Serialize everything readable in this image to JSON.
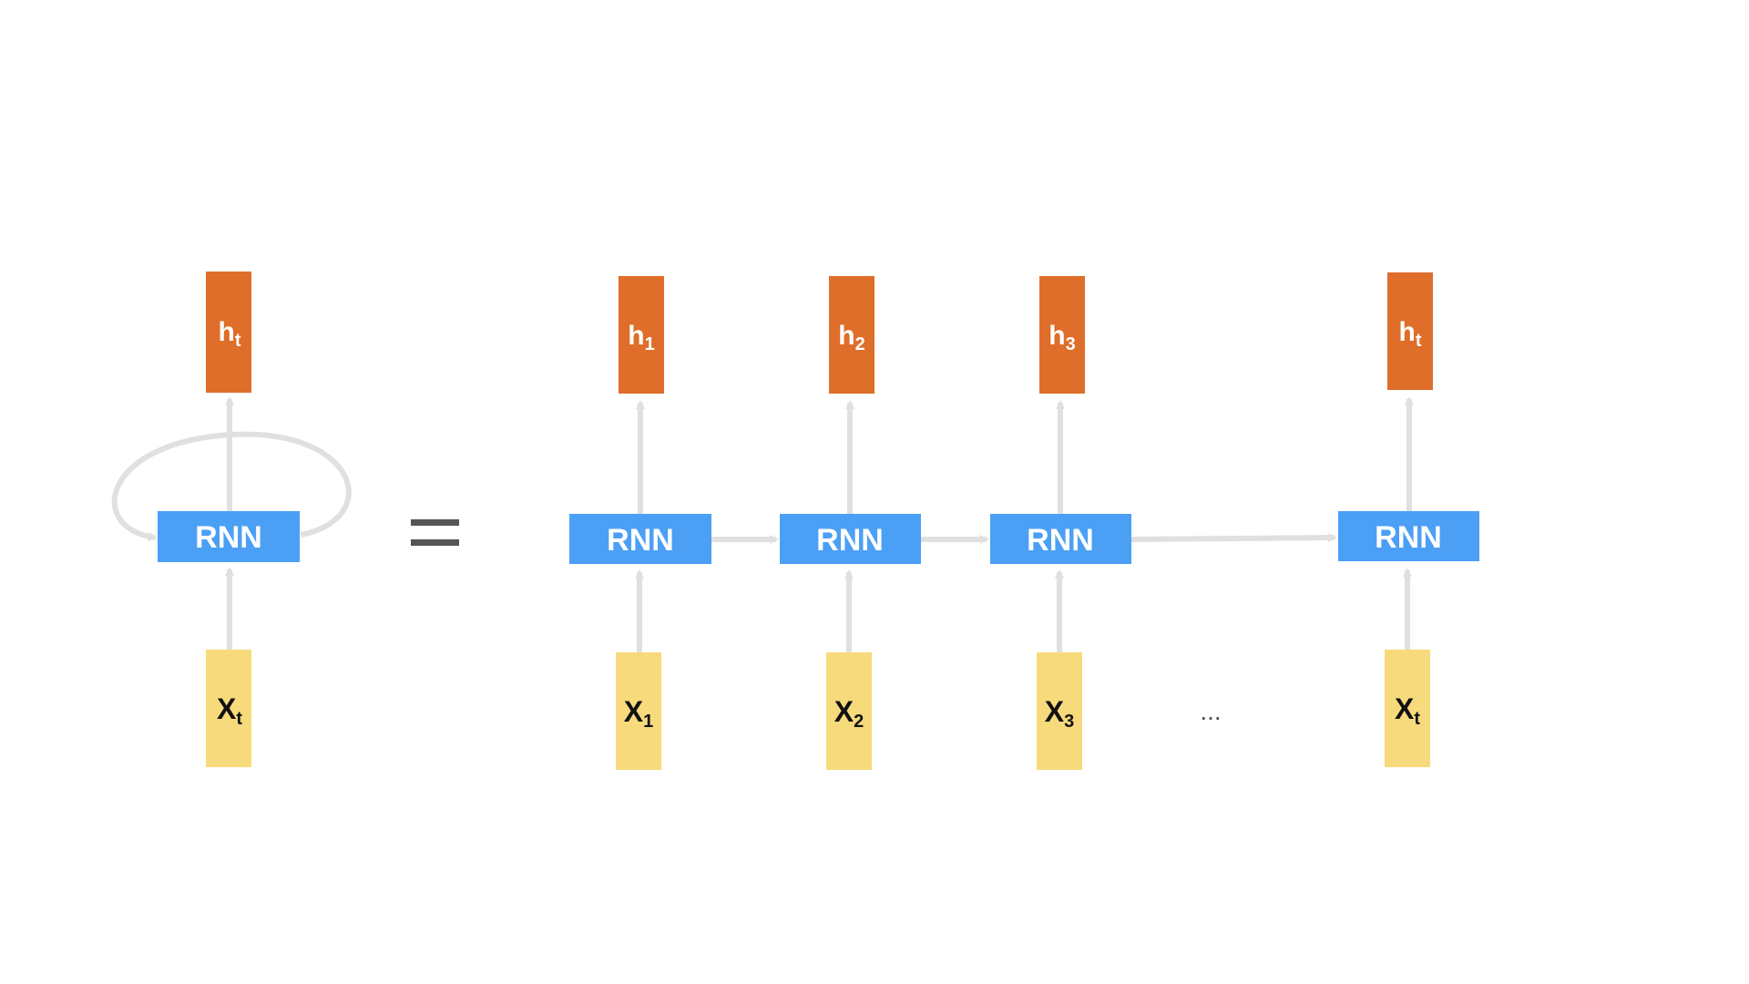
{
  "colors": {
    "output": "#DE6E2A",
    "rnn": "#4BA0F5",
    "input": "#F7DA7B",
    "arrow": "#E0E0E0",
    "equals": "#555555"
  },
  "folded": {
    "output": {
      "main": "h",
      "sub": "t"
    },
    "cell": "RNN",
    "input": {
      "main": "X",
      "sub": "t"
    }
  },
  "equals": "=",
  "unrolled": [
    {
      "output": {
        "main": "h",
        "sub": "1"
      },
      "cell": "RNN",
      "input": {
        "main": "X",
        "sub": "1"
      }
    },
    {
      "output": {
        "main": "h",
        "sub": "2"
      },
      "cell": "RNN",
      "input": {
        "main": "X",
        "sub": "2"
      }
    },
    {
      "output": {
        "main": "h",
        "sub": "3"
      },
      "cell": "RNN",
      "input": {
        "main": "X",
        "sub": "3"
      }
    },
    {
      "output": {
        "main": "h",
        "sub": "t"
      },
      "cell": "RNN",
      "input": {
        "main": "X",
        "sub": "t"
      }
    }
  ],
  "ellipsis": "..."
}
